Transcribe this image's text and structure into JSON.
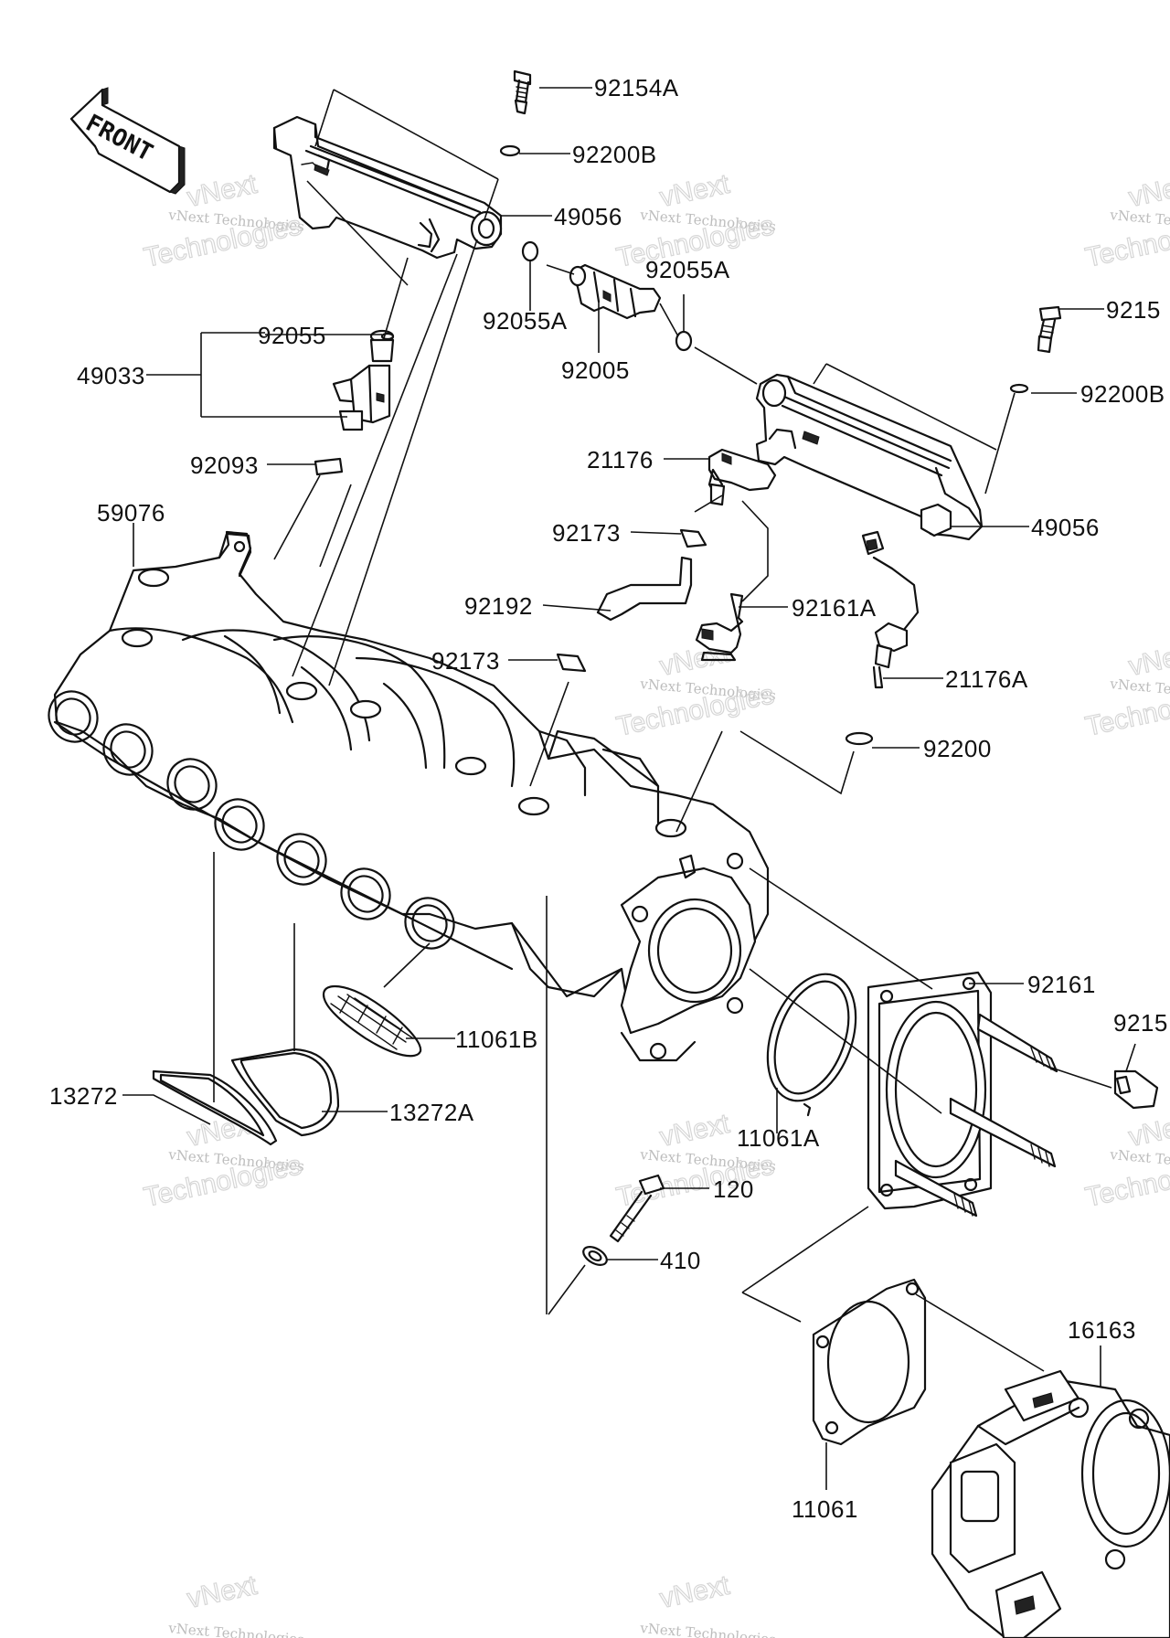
{
  "front_label": "FRONT",
  "watermark": {
    "line1": "vNext",
    "line2": "vNext Technologies",
    "line3": "Technologies"
  },
  "parts": [
    {
      "id": "p92154A_top",
      "label": "92154A"
    },
    {
      "id": "p92200B_top",
      "label": "92200B"
    },
    {
      "id": "p49056_left",
      "label": "49056"
    },
    {
      "id": "p92055A_a",
      "label": "92055A"
    },
    {
      "id": "p92055A_b",
      "label": "92055A"
    },
    {
      "id": "p92005",
      "label": "92005"
    },
    {
      "id": "p92055",
      "label": "92055"
    },
    {
      "id": "p49033",
      "label": "49033"
    },
    {
      "id": "p92093",
      "label": "92093"
    },
    {
      "id": "p59076",
      "label": "59076"
    },
    {
      "id": "p21176",
      "label": "21176"
    },
    {
      "id": "p92173_a",
      "label": "92173"
    },
    {
      "id": "p92192",
      "label": "92192"
    },
    {
      "id": "p92173_b",
      "label": "92173"
    },
    {
      "id": "p92161A",
      "label": "92161A"
    },
    {
      "id": "p21176A",
      "label": "21176A"
    },
    {
      "id": "p92200",
      "label": "92200"
    },
    {
      "id": "p92154_right_top",
      "label": "9215"
    },
    {
      "id": "p92200B_right",
      "label": "92200B"
    },
    {
      "id": "p49056_right",
      "label": "49056"
    },
    {
      "id": "p92161",
      "label": "92161"
    },
    {
      "id": "p92154_right_mid",
      "label": "9215"
    },
    {
      "id": "p11061B",
      "label": "11061B"
    },
    {
      "id": "p13272",
      "label": "13272"
    },
    {
      "id": "p13272A",
      "label": "13272A"
    },
    {
      "id": "p11061A",
      "label": "11061A"
    },
    {
      "id": "p120",
      "label": "120"
    },
    {
      "id": "p410",
      "label": "410"
    },
    {
      "id": "p16163",
      "label": "16163"
    },
    {
      "id": "p11061",
      "label": "11061"
    }
  ]
}
